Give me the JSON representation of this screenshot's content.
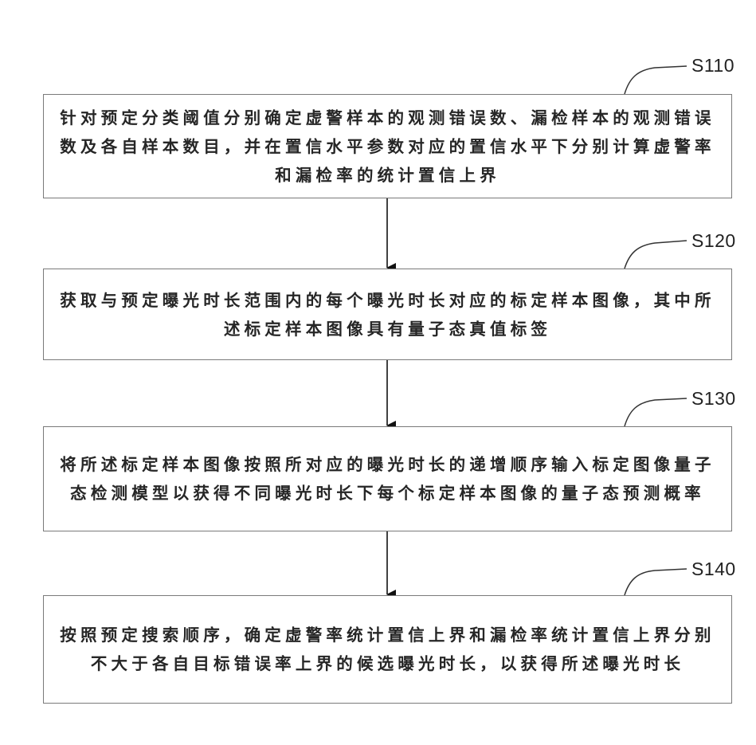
{
  "steps": [
    {
      "label": "S110",
      "text": "针对预定分类阈值分别确定虚警样本的观测错误数、漏检样本的观测错误数及各自样本数目，并在置信水平参数对应的置信水平下分别计算虚警率和漏检率的统计置信上界"
    },
    {
      "label": "S120",
      "text": "获取与预定曝光时长范围内的每个曝光时长对应的标定样本图像，其中所述标定样本图像具有量子态真值标签"
    },
    {
      "label": "S130",
      "text": "将所述标定样本图像按照所对应的曝光时长的递增顺序输入标定图像量子态检测模型以获得不同曝光时长下每个标定样本图像的量子态预测概率"
    },
    {
      "label": "S140",
      "text": "按照预定搜索顺序，确定虚警率统计置信上界和漏检率统计置信上界分别不大于各自目标错误率上界的候选曝光时长，以获得所述曝光时长"
    }
  ]
}
